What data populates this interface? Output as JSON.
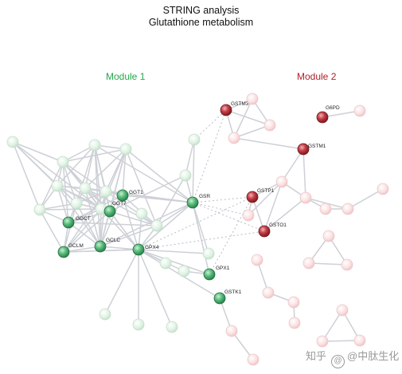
{
  "title": {
    "line1": "STRING analysis",
    "line2": "Glutathione metabolism"
  },
  "modules": {
    "module1": "Module 1",
    "module2": "Module 2"
  },
  "colors": {
    "module1": "#23a84a",
    "module2": "#b0202a",
    "edge": "#cdd0d6"
  },
  "nodes": [
    {
      "id": "n1",
      "label": "",
      "group": "m1",
      "tone": "faint"
    },
    {
      "id": "n2",
      "label": "",
      "group": "m1",
      "tone": "faint"
    },
    {
      "id": "n3",
      "label": "",
      "group": "m1",
      "tone": "faint"
    },
    {
      "id": "n4",
      "label": "",
      "group": "m1",
      "tone": "faint"
    },
    {
      "id": "n5",
      "label": "",
      "group": "m1",
      "tone": "faint"
    },
    {
      "id": "n6",
      "label": "",
      "group": "m1",
      "tone": "faint"
    },
    {
      "id": "n7",
      "label": "",
      "group": "m1",
      "tone": "faint"
    },
    {
      "id": "n8",
      "label": "",
      "group": "m1",
      "tone": "faint"
    },
    {
      "id": "n9",
      "label": "",
      "group": "m1",
      "tone": "faint"
    },
    {
      "id": "n10",
      "label": "",
      "group": "m1",
      "tone": "faint"
    },
    {
      "id": "n11",
      "label": "",
      "group": "m1",
      "tone": "faint"
    },
    {
      "id": "n12",
      "label": "",
      "group": "m1",
      "tone": "faint"
    },
    {
      "id": "n13",
      "label": "",
      "group": "m1",
      "tone": "faint"
    },
    {
      "id": "n14",
      "label": "",
      "group": "m1",
      "tone": "faint"
    },
    {
      "id": "n15",
      "label": "",
      "group": "m1",
      "tone": "faint"
    },
    {
      "id": "n16",
      "label": "",
      "group": "m1",
      "tone": "faint"
    },
    {
      "id": "n17",
      "label": "",
      "group": "m1",
      "tone": "faint"
    },
    {
      "id": "n18",
      "label": "",
      "group": "m1",
      "tone": "faint"
    },
    {
      "id": "n19",
      "label": "",
      "group": "m1",
      "tone": "faint"
    },
    {
      "id": "n20",
      "label": "",
      "group": "m1",
      "tone": "faint"
    },
    {
      "id": "GGT1",
      "label": "GGT1",
      "group": "m1",
      "tone": "strong"
    },
    {
      "id": "GGT7",
      "label": "GGT7",
      "group": "m1",
      "tone": "strong"
    },
    {
      "id": "GGCT",
      "label": "GGCT",
      "group": "m1",
      "tone": "strong"
    },
    {
      "id": "GCLM",
      "label": "GCLM",
      "group": "m1",
      "tone": "strong"
    },
    {
      "id": "GCLC",
      "label": "GCLC",
      "group": "m1",
      "tone": "strong"
    },
    {
      "id": "GPX4",
      "label": "GPX4",
      "group": "m1",
      "tone": "strong"
    },
    {
      "id": "GSR",
      "label": "GSR",
      "group": "m1",
      "tone": "strong"
    },
    {
      "id": "GPX1",
      "label": "GPX1",
      "group": "m1",
      "tone": "strong"
    },
    {
      "id": "GSTK1",
      "label": "GSTK1",
      "group": "m1",
      "tone": "strong"
    },
    {
      "id": "GSTM3",
      "label": "GSTM3",
      "group": "m2",
      "tone": "strong"
    },
    {
      "id": "G6PD",
      "label": "G6PD",
      "group": "m2",
      "tone": "strong"
    },
    {
      "id": "GSTM1",
      "label": "GSTM1",
      "group": "m2",
      "tone": "strong"
    },
    {
      "id": "GSTP1",
      "label": "GSTP1",
      "group": "m2",
      "tone": "strong"
    },
    {
      "id": "GSTO1",
      "label": "GSTO1",
      "group": "m2",
      "tone": "strong"
    },
    {
      "id": "p1",
      "label": "",
      "group": "m2",
      "tone": "faint"
    },
    {
      "id": "p2",
      "label": "",
      "group": "m2",
      "tone": "faint"
    },
    {
      "id": "p3",
      "label": "",
      "group": "m2",
      "tone": "faint"
    },
    {
      "id": "p4",
      "label": "",
      "group": "m2",
      "tone": "faint"
    },
    {
      "id": "p5",
      "label": "",
      "group": "m2",
      "tone": "faint"
    },
    {
      "id": "p6",
      "label": "",
      "group": "m2",
      "tone": "faint"
    },
    {
      "id": "p7",
      "label": "",
      "group": "m2",
      "tone": "faint"
    },
    {
      "id": "p8",
      "label": "",
      "group": "m2",
      "tone": "faint"
    },
    {
      "id": "p9",
      "label": "",
      "group": "m2",
      "tone": "faint"
    },
    {
      "id": "p10",
      "label": "",
      "group": "m2",
      "tone": "faint"
    },
    {
      "id": "p11",
      "label": "",
      "group": "m2",
      "tone": "faint"
    },
    {
      "id": "p12",
      "label": "",
      "group": "m2",
      "tone": "faint"
    },
    {
      "id": "p13",
      "label": "",
      "group": "m2",
      "tone": "faint"
    },
    {
      "id": "p14",
      "label": "",
      "group": "m2",
      "tone": "faint"
    },
    {
      "id": "p15",
      "label": "",
      "group": "m2",
      "tone": "faint"
    },
    {
      "id": "p16",
      "label": "",
      "group": "m2",
      "tone": "faint"
    },
    {
      "id": "p17",
      "label": "",
      "group": "m2",
      "tone": "faint"
    },
    {
      "id": "p18",
      "label": "",
      "group": "m2",
      "tone": "faint"
    },
    {
      "id": "p19",
      "label": "",
      "group": "m2",
      "tone": "faint"
    },
    {
      "id": "p20",
      "label": "",
      "group": "m2",
      "tone": "faint"
    },
    {
      "id": "p21",
      "label": "",
      "group": "m2",
      "tone": "faint"
    },
    {
      "id": "p22",
      "label": "",
      "group": "m2",
      "tone": "faint"
    }
  ],
  "edges": [
    [
      "n1",
      "n2"
    ],
    [
      "n1",
      "n5"
    ],
    [
      "n1",
      "n6"
    ],
    [
      "n1",
      "n8"
    ],
    [
      "n1",
      "n10"
    ],
    [
      "n2",
      "n3"
    ],
    [
      "n2",
      "n4"
    ],
    [
      "n2",
      "n5"
    ],
    [
      "n2",
      "n6"
    ],
    [
      "n2",
      "n7"
    ],
    [
      "n2",
      "n8"
    ],
    [
      "n2",
      "n9"
    ],
    [
      "n2",
      "n10"
    ],
    [
      "n2",
      "GGT7"
    ],
    [
      "n2",
      "GGCT"
    ],
    [
      "n3",
      "n4"
    ],
    [
      "n3",
      "n6"
    ],
    [
      "n3",
      "n7"
    ],
    [
      "n3",
      "n8"
    ],
    [
      "n3",
      "n9"
    ],
    [
      "n3",
      "n10"
    ],
    [
      "n3",
      "GGT7"
    ],
    [
      "n3",
      "GSR"
    ],
    [
      "n3",
      "GCLC"
    ],
    [
      "n4",
      "n7"
    ],
    [
      "n4",
      "n9"
    ],
    [
      "n4",
      "n10"
    ],
    [
      "n4",
      "GGT1"
    ],
    [
      "n4",
      "GGT7"
    ],
    [
      "n4",
      "GSR"
    ],
    [
      "n4",
      "GCLC"
    ],
    [
      "n4",
      "n11"
    ],
    [
      "n5",
      "n6"
    ],
    [
      "n5",
      "n8"
    ],
    [
      "n5",
      "n10"
    ],
    [
      "n5",
      "GGCT"
    ],
    [
      "n5",
      "GCLM"
    ],
    [
      "n6",
      "n7"
    ],
    [
      "n6",
      "n8"
    ],
    [
      "n6",
      "n9"
    ],
    [
      "n6",
      "n10"
    ],
    [
      "n6",
      "GGCT"
    ],
    [
      "n6",
      "GCLC"
    ],
    [
      "n6",
      "GGT7"
    ],
    [
      "n7",
      "n8"
    ],
    [
      "n7",
      "n9"
    ],
    [
      "n7",
      "n10"
    ],
    [
      "n7",
      "GGT1"
    ],
    [
      "n7",
      "GGT7"
    ],
    [
      "n7",
      "GCLC"
    ],
    [
      "n7",
      "GSR"
    ],
    [
      "n7",
      "n11"
    ],
    [
      "n8",
      "n9"
    ],
    [
      "n8",
      "n10"
    ],
    [
      "n8",
      "GGCT"
    ],
    [
      "n8",
      "GCLM"
    ],
    [
      "n8",
      "GCLC"
    ],
    [
      "n8",
      "GGT7"
    ],
    [
      "n9",
      "n10"
    ],
    [
      "n9",
      "GGT1"
    ],
    [
      "n9",
      "GGT7"
    ],
    [
      "n9",
      "GCLC"
    ],
    [
      "n9",
      "n11"
    ],
    [
      "n9",
      "GSR"
    ],
    [
      "n9",
      "GCLM"
    ],
    [
      "n10",
      "GGCT"
    ],
    [
      "n10",
      "GCLM"
    ],
    [
      "n10",
      "GCLC"
    ],
    [
      "n10",
      "GGT7"
    ],
    [
      "n10",
      "n11"
    ],
    [
      "n10",
      "GPX4"
    ],
    [
      "n11",
      "GSR"
    ],
    [
      "n11",
      "GGT1"
    ],
    [
      "n11",
      "GPX4"
    ],
    [
      "n11",
      "GCLC"
    ],
    [
      "n11",
      "GGCT"
    ],
    [
      "n11",
      "n12"
    ],
    [
      "GGT1",
      "GGT7"
    ],
    [
      "GGT1",
      "GCLC"
    ],
    [
      "GGT1",
      "GSR"
    ],
    [
      "GGT1",
      "GGCT"
    ],
    [
      "GGT1",
      "GPX4"
    ],
    [
      "GGT7",
      "GGCT"
    ],
    [
      "GGT7",
      "GCLC"
    ],
    [
      "GGT7",
      "GCLM"
    ],
    [
      "GGT7",
      "GPX4"
    ],
    [
      "GGCT",
      "GCLM"
    ],
    [
      "GGCT",
      "GCLC"
    ],
    [
      "GCLM",
      "GCLC"
    ],
    [
      "GCLM",
      "GPX4"
    ],
    [
      "GCLC",
      "GPX4"
    ],
    [
      "GSR",
      "GPX4"
    ],
    [
      "GSR",
      "n12"
    ],
    [
      "GSR",
      "n13"
    ],
    [
      "GSR",
      "GPX1"
    ],
    [
      "GSR",
      "n15"
    ],
    [
      "GSR",
      "GCLC"
    ],
    [
      "GSR",
      "n9"
    ],
    [
      "n12",
      "n13"
    ],
    [
      "n12",
      "GGT7"
    ],
    [
      "GPX4",
      "n14"
    ],
    [
      "GPX4",
      "n15"
    ],
    [
      "GPX4",
      "GPX1"
    ],
    [
      "GPX4",
      "n16"
    ],
    [
      "GPX4",
      "n17"
    ],
    [
      "GPX4",
      "n18"
    ],
    [
      "GPX4",
      "n19"
    ],
    [
      "GPX4",
      "GSTK1"
    ],
    [
      "GPX4",
      "n20"
    ],
    [
      "GPX4",
      "GCLM"
    ],
    [
      "GPX1",
      "n14"
    ],
    [
      "GSTK1",
      "p22"
    ],
    [
      "p22",
      "p21"
    ],
    [
      "GSTM3",
      "p1"
    ],
    [
      "GSTM3",
      "p2"
    ],
    [
      "GSTM3",
      "p3"
    ],
    [
      "p1",
      "p3"
    ],
    [
      "p1",
      "p2"
    ],
    [
      "p2",
      "p3"
    ],
    [
      "p3",
      "GSTM1"
    ],
    [
      "GSTM1",
      "p7"
    ],
    [
      "GSTM1",
      "p6"
    ],
    [
      "G6PD",
      "p4"
    ],
    [
      "GSTP1",
      "p5"
    ],
    [
      "GSTP1",
      "GSTO1"
    ],
    [
      "GSTP1",
      "p6"
    ],
    [
      "p5",
      "p6"
    ],
    [
      "GSTO1",
      "p6"
    ],
    [
      "GSTO1",
      "p7"
    ],
    [
      "p6",
      "p7"
    ],
    [
      "p7",
      "p8"
    ],
    [
      "p7",
      "p9"
    ],
    [
      "p8",
      "p9"
    ],
    [
      "p9",
      "p10"
    ],
    [
      "p11",
      "p12"
    ],
    [
      "p11",
      "p13"
    ],
    [
      "p12",
      "p13"
    ],
    [
      "p14",
      "p15"
    ],
    [
      "p15",
      "p16"
    ],
    [
      "p16",
      "p17"
    ],
    [
      "p18",
      "p19"
    ],
    [
      "p18",
      "p20"
    ],
    [
      "p19",
      "p20"
    ]
  ],
  "dotted_edges": [
    [
      "GSR",
      "GSTM3"
    ],
    [
      "GSR",
      "GSTP1"
    ],
    [
      "GSR",
      "GSTO1"
    ],
    [
      "GSR",
      "p5"
    ],
    [
      "n13",
      "GSTM3"
    ],
    [
      "GPX4",
      "GSTO1"
    ],
    [
      "GPX4",
      "GSTP1"
    ],
    [
      "GPX1",
      "GSTP1"
    ]
  ],
  "watermark": {
    "left": "知乎",
    "handle": "@中肽生化"
  }
}
